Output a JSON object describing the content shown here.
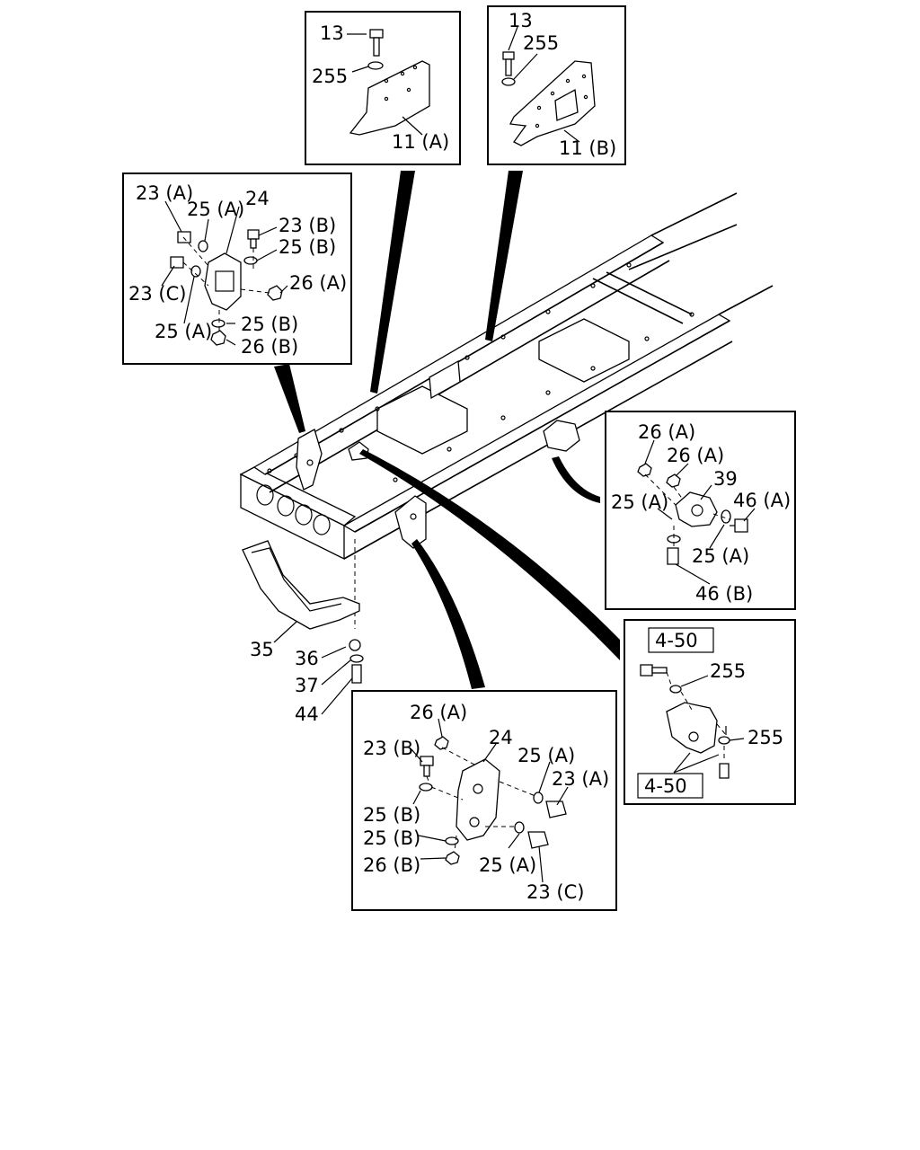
{
  "callouts": {
    "box_11a": {
      "labels": [
        "13",
        "255",
        "11 (A)"
      ]
    },
    "box_11b": {
      "labels": [
        "13",
        "255",
        "11 (B)"
      ]
    },
    "box_upper_left": {
      "labels": [
        "23 (A)",
        "25 (A)",
        "24",
        "23 (B)",
        "25 (B)",
        "23 (C)",
        "26 (A)",
        "25 (A)",
        "25 (B)",
        "26 (B)"
      ]
    },
    "box_right_mount": {
      "labels": [
        "26 (A)",
        "26 (A)",
        "39",
        "25 (A)",
        "46 (A)",
        "25 (A)",
        "46 (B)"
      ]
    },
    "box_ref_4_50": {
      "ref_top": "4-50",
      "ref_bottom": "4-50",
      "labels": [
        "255",
        "255"
      ]
    },
    "box_lower_center": {
      "labels": [
        "26 (A)",
        "24",
        "23 (B)",
        "25 (A)",
        "23 (A)",
        "25 (B)",
        "25 (B)",
        "25 (A)",
        "26 (B)",
        "23 (C)"
      ]
    }
  },
  "main_labels": [
    "35",
    "36",
    "37",
    "44"
  ],
  "colors": {
    "line": "#000000",
    "background": "#ffffff"
  }
}
